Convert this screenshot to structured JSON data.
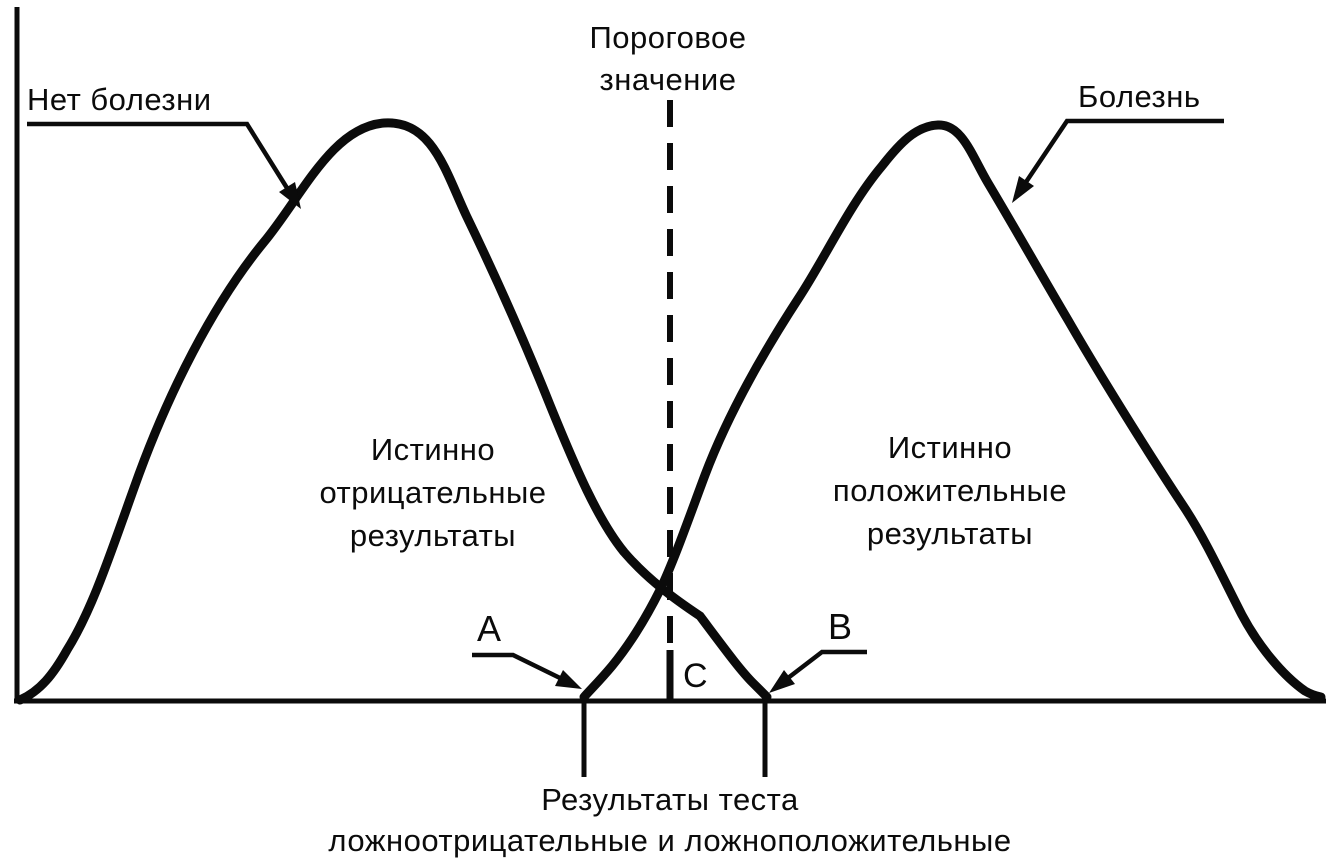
{
  "figure": {
    "background": "#ffffff",
    "ink": "#0b0b0b"
  },
  "labels": {
    "no_disease": "Нет болезни",
    "threshold_line1": "Пороговое",
    "threshold_line2": "значение",
    "disease": "Болезнь",
    "true_negative_line1": "Истинно",
    "true_negative_line2": "отрицательные",
    "true_negative_line3": "результаты",
    "true_positive_line1": "Истинно",
    "true_positive_line2": "положительные",
    "true_positive_line3": "результаты",
    "point_a": "А",
    "point_b": "В",
    "point_c": "С",
    "caption_line1": "Результаты теста",
    "caption_line2": "ложноотрицательные и ложноположительные"
  },
  "chart_data": {
    "type": "line",
    "title": "",
    "curves": [
      {
        "name": "Нет болезни",
        "position": "left",
        "region_label": "Истинно отрицательные результаты"
      },
      {
        "name": "Болезнь",
        "position": "right",
        "region_label": "Истинно положительные результаты"
      }
    ],
    "threshold": {
      "label": "Пороговое значение",
      "style": "dashed-vertical"
    },
    "baseline_points": [
      {
        "label": "А",
        "meaning": "ложноотрицательные"
      },
      {
        "label": "В",
        "meaning": "ложноположительные"
      },
      {
        "label": "С",
        "meaning": "точка у порогового значения"
      }
    ],
    "caption": "Результаты теста ложноотрицательные и ложноположительные",
    "axes": {
      "x_ticks": [],
      "y_ticks": [],
      "grid": false
    },
    "legend": "none"
  }
}
